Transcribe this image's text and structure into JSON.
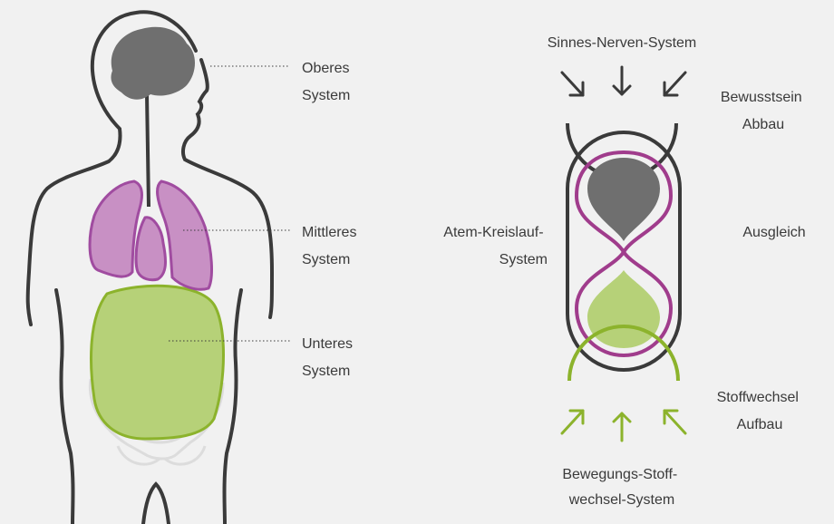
{
  "body_labels": {
    "upper": [
      "Oberes",
      "System"
    ],
    "middle": [
      "Mittleres",
      "System"
    ],
    "lower": [
      "Unteres",
      "System"
    ]
  },
  "scheme": {
    "top_system": "Sinnes-Nerven-System",
    "consciousness": [
      "Bewusstsein",
      "Abbau"
    ],
    "breathing": [
      "Atem-Kreislauf-",
      "System"
    ],
    "balance": "Ausgleich",
    "metabolism": [
      "Stoffwechsel",
      "Aufbau"
    ],
    "bottom_system": [
      "Bewegungs-Stoff-",
      "wechsel-System"
    ]
  },
  "colors": {
    "background": "#f1f1f1",
    "outline": "#3a3a3a",
    "brain": "#6f6f6f",
    "lungs_fill": "#c890c4",
    "lungs_stroke": "#a04ca0",
    "abdomen_fill": "#b6d178",
    "abdomen_stroke": "#8cb32c",
    "pelvis": "#dcdcdc",
    "purple_loop": "#a03c8c",
    "green_arc": "#8cb32c"
  }
}
